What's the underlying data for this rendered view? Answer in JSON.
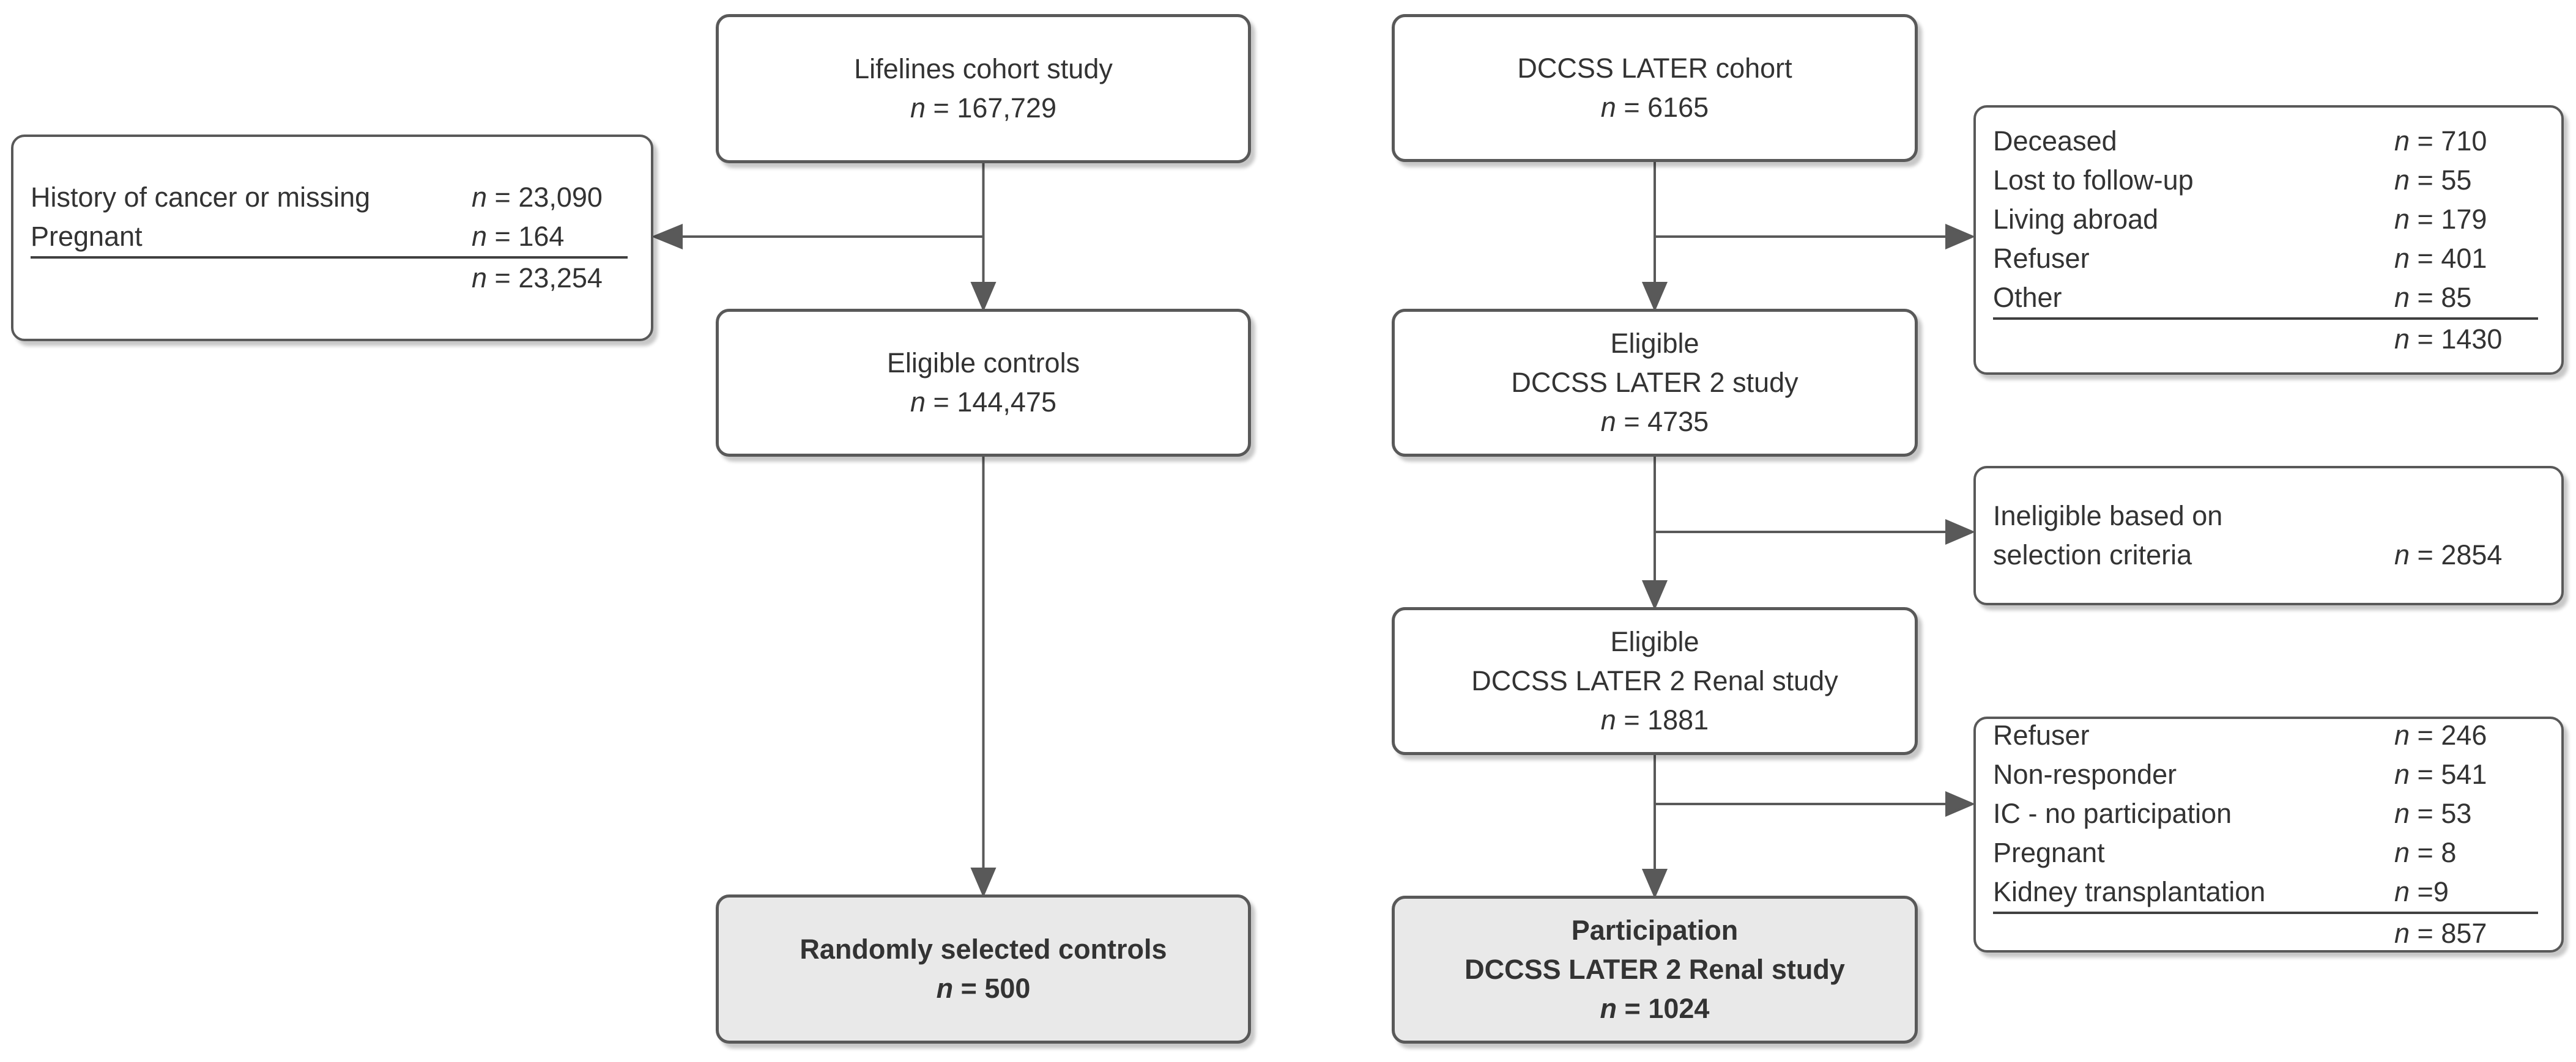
{
  "colors": {
    "box_border": "#595959",
    "connector_line": "#595959",
    "text": "#333333",
    "highlight_fill": "#e9e9e9",
    "box_fill": "#ffffff"
  },
  "left_flow": {
    "cohort_box": {
      "title": "Lifelines cohort study",
      "n_sym": "n",
      "n_val": " = 167,729"
    },
    "exclusion_box": {
      "rows": [
        {
          "label": "History of cancer or missing",
          "n_sym": "n",
          "n_val": " = 23,090"
        },
        {
          "label": "Pregnant",
          "n_sym": "n",
          "n_val": " = 164"
        }
      ],
      "total": {
        "n_sym": "n",
        "n_val": " = 23,254"
      }
    },
    "eligible_box": {
      "title": "Eligible controls",
      "n_sym": "n",
      "n_val": " = 144,475"
    },
    "selected_box": {
      "title": "Randomly selected controls",
      "n_sym": "n",
      "n_val": " = 500"
    }
  },
  "right_flow": {
    "cohort_box": {
      "title": "DCCSS LATER cohort",
      "n_sym": "n",
      "n_val": " = 6165"
    },
    "exclusion_box_top": {
      "rows": [
        {
          "label": "Deceased",
          "n_sym": "n",
          "n_val": " = 710"
        },
        {
          "label": "Lost to follow-up",
          "n_sym": "n",
          "n_val": " = 55"
        },
        {
          "label": "Living abroad",
          "n_sym": "n",
          "n_val": " = 179"
        },
        {
          "label": "Refuser",
          "n_sym": "n",
          "n_val": " = 401"
        },
        {
          "label": "Other",
          "n_sym": "n",
          "n_val": " = 85"
        }
      ],
      "total": {
        "n_sym": "n",
        "n_val": " = 1430"
      }
    },
    "eligible_later2_box": {
      "title_line1": "Eligible",
      "title_line2": "DCCSS LATER 2 study",
      "n_sym": "n",
      "n_val": " = 4735"
    },
    "ineligible_box": {
      "label_line1": "Ineligible based on",
      "label_line2": "selection criteria",
      "n_sym": "n",
      "n_val": " = 2854"
    },
    "eligible_renal_box": {
      "title_line1": "Eligible",
      "title_line2": "DCCSS LATER 2 Renal study",
      "n_sym": "n",
      "n_val": " = 1881"
    },
    "exclusion_box_bottom": {
      "rows": [
        {
          "label": "Refuser",
          "n_sym": "n",
          "n_val": " = 246"
        },
        {
          "label": "Non-responder",
          "n_sym": "n",
          "n_val": " = 541"
        },
        {
          "label": "IC - no participation",
          "n_sym": "n",
          "n_val": " = 53"
        },
        {
          "label": "Pregnant",
          "n_sym": "n",
          "n_val": " = 8"
        },
        {
          "label": "Kidney transplantation",
          "n_sym": "n",
          "n_val": " =9"
        }
      ],
      "total": {
        "n_sym": "n",
        "n_val": " = 857"
      }
    },
    "participation_box": {
      "title_line1": "Participation",
      "title_line2": "DCCSS LATER 2 Renal study",
      "n_sym": "n",
      "n_val": " = 1024"
    }
  }
}
